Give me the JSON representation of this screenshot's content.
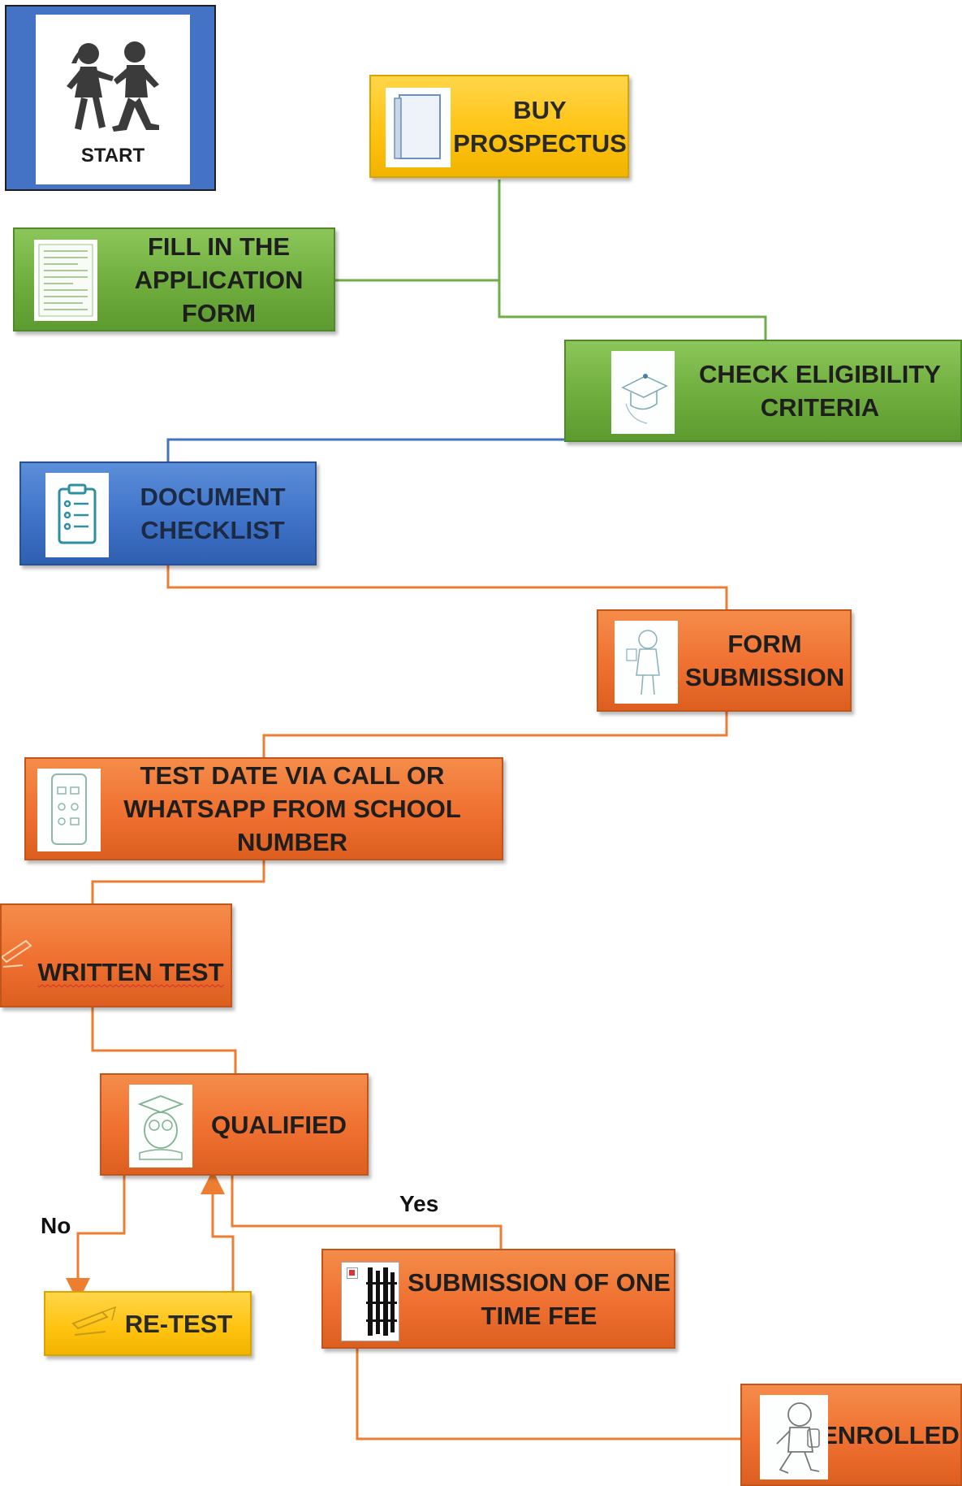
{
  "start": {
    "label": "START"
  },
  "nodes": {
    "buy_prospectus": {
      "label": "BUY\nPROSPECTUS"
    },
    "fill_form": {
      "label": "FILL IN THE\nAPPLICATION\nFORM"
    },
    "check_eligibility": {
      "label": "CHECK ELIGIBILITY\nCRITERIA"
    },
    "document_checklist": {
      "label": "DOCUMENT\nCHECKLIST"
    },
    "form_submission": {
      "label": "FORM\nSUBMISSION"
    },
    "test_date": {
      "label": "TEST  DATE VIA CALL OR\nWHATSAPP FROM SCHOOL\nNUMBER"
    },
    "written_test": {
      "label": "WRITTEN TEST"
    },
    "qualified": {
      "label": "QUALIFIED"
    },
    "re_test": {
      "label": "RE-TEST"
    },
    "one_time_fee": {
      "label": "SUBMISSION OF ONE\nTIME FEE"
    },
    "enrolled": {
      "label": "ENROLLED"
    }
  },
  "edge_labels": {
    "yes": "Yes",
    "no": "No"
  },
  "colors": {
    "green": "#70ad47",
    "yellow": "#ffc000",
    "blue": "#4472c4",
    "orange": "#ed7d31",
    "connector_green": "#70ad47",
    "connector_blue": "#4472c4",
    "connector_orange": "#ed7d31"
  },
  "icons": {
    "start": "children-walking-icon",
    "buy_prospectus": "book-icon",
    "fill_form": "form-document-icon",
    "check_eligibility": "graduation-cap-icon",
    "document_checklist": "clipboard-checklist-icon",
    "form_submission": "student-girl-icon",
    "test_date": "smartphone-icon",
    "written_test": "writing-pencil-icon",
    "qualified": "graduate-owl-icon",
    "re_test": "writing-pencil-icon",
    "one_time_fee": "broken-image-icon",
    "enrolled": "student-boy-icon"
  }
}
